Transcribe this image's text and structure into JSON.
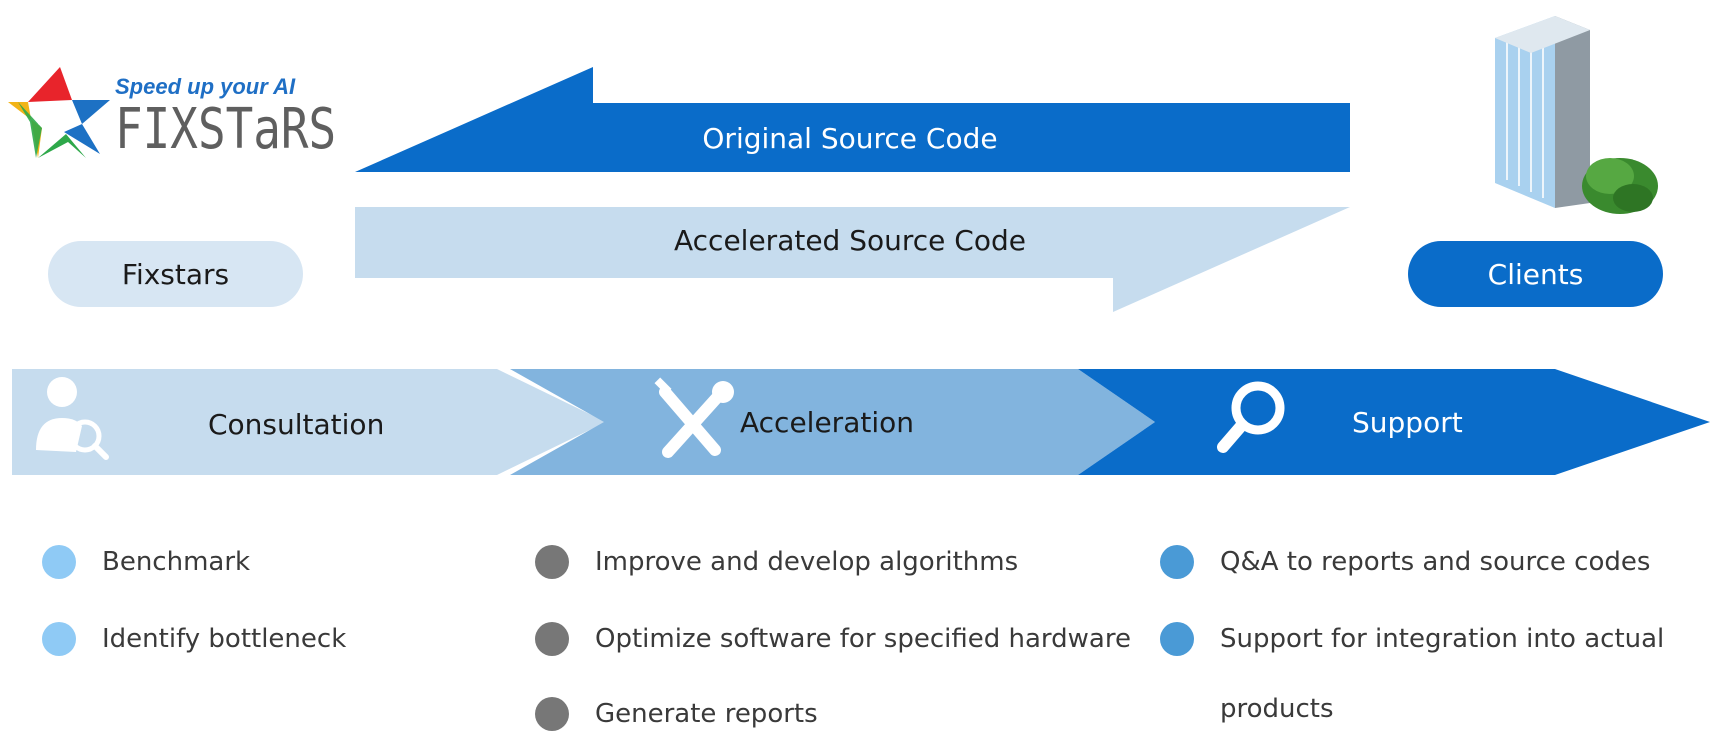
{
  "logo": {
    "tagline": "Speed up your AI",
    "wordmark": "FIXSTaRS",
    "icon": "star-logo-icon"
  },
  "flow": {
    "original_label": "Original Source Code",
    "accelerated_label": "Accelerated Source Code"
  },
  "parties": {
    "left": "Fixstars",
    "right": "Clients",
    "right_icon": "office-building-icon"
  },
  "stages": [
    {
      "label": "Consultation",
      "icon": "consultant-search-icon",
      "items": [
        "Benchmark",
        "Identify bottleneck"
      ]
    },
    {
      "label": "Acceleration",
      "icon": "tools-icon",
      "items": [
        "Improve and develop algorithms",
        "Optimize software for specified hardware",
        "Generate reports"
      ]
    },
    {
      "label": "Support",
      "icon": "magnifier-icon",
      "items": [
        "Q&A to reports and source codes",
        "Support for integration into actual",
        "products"
      ]
    }
  ],
  "colors": {
    "primary_blue": "#0a6cc9",
    "light_blue": "#c6dcee",
    "mid_blue": "#82b4de",
    "dot_light": "#8fcaf5",
    "dot_gray": "#777777",
    "dot_mid": "#4a9ad6"
  }
}
